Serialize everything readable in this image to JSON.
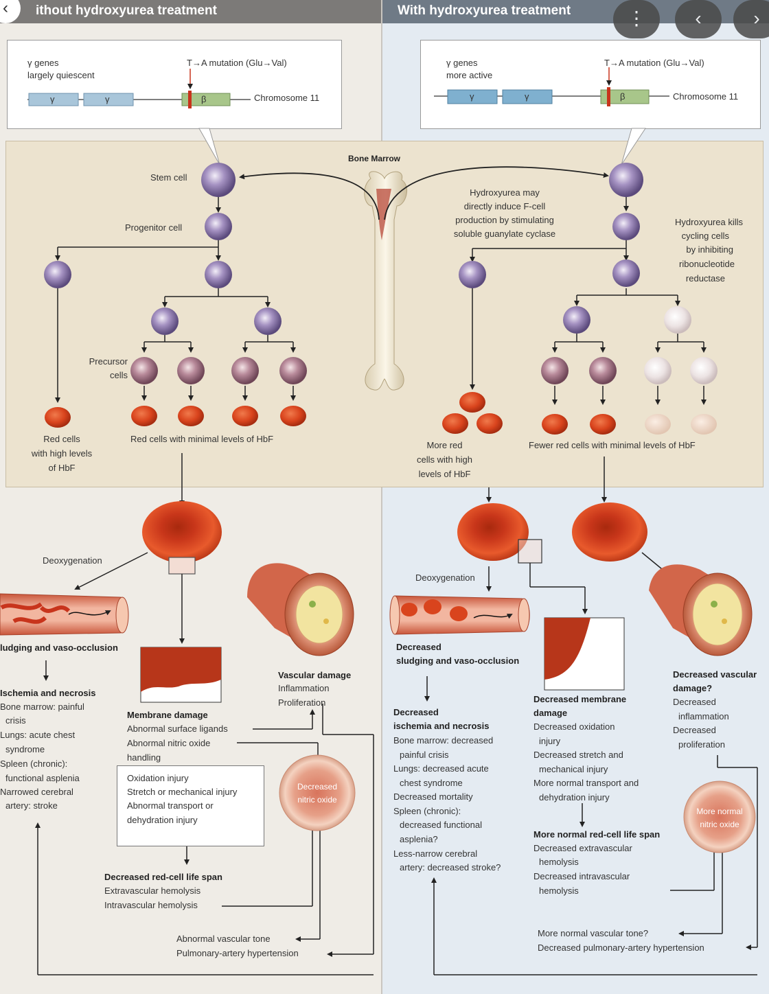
{
  "header": {
    "left_title": "ithout hydroxyurea treatment",
    "right_title": "With hydroxyurea treatment",
    "back_icon": "‹",
    "more_icon": "⋮",
    "prev_icon": "‹",
    "next_icon": "›"
  },
  "genes": {
    "left_gamma_note": [
      "γ genes",
      "largely quiescent"
    ],
    "right_gamma_note": [
      "γ genes",
      "more active"
    ],
    "mutation": "T→A mutation (Glu→Val)",
    "chromosome": "Chromosome 11",
    "gamma": "γ",
    "beta": "β"
  },
  "marrow": {
    "title": "Bone Marrow",
    "stem_cell": "Stem cell",
    "progenitor_cell": "Progenitor cell",
    "precursor_cells": [
      "Precursor",
      "cells"
    ],
    "left_high_hbf": [
      "Red cells",
      "with high levels",
      "of HbF"
    ],
    "left_minimal_hbf": "Red cells with minimal levels of HbF",
    "right_high_hbf": [
      "More red",
      "cells with high",
      "levels of HbF"
    ],
    "right_minimal_hbf": "Fewer red cells with minimal levels of HbF",
    "induce_note": [
      "Hydroxyurea may",
      "directly induce F-cell",
      "production by stimulating",
      "soluble guanylate cyclase"
    ],
    "kills_note": [
      "Hydroxyurea kills",
      "cycling cells",
      "by inhibiting",
      "ribonucleotide",
      "reductase"
    ]
  },
  "left": {
    "deoxygenation": "Deoxygenation",
    "sludging": "ludging and vaso-occlusion",
    "ischemia_title": "Ischemia and necrosis",
    "ischemia_lines": [
      "Bone marrow: painful",
      "  crisis",
      "Lungs: acute chest",
      "  syndrome",
      "Spleen (chronic):",
      "  functional asplenia",
      "Narrowed cerebral",
      "  artery: stroke"
    ],
    "membrane_title": "Membrane damage",
    "membrane_lines": [
      "Abnormal surface ligands",
      "Abnormal nitric oxide",
      "  handling"
    ],
    "vascular_title": "Vascular damage",
    "vascular_lines": [
      "Inflammation",
      "Proliferation"
    ],
    "injury_lines": [
      "Oxidation injury",
      "Stretch or mechanical injury",
      "Abnormal transport or",
      "  dehydration injury"
    ],
    "nitric": [
      "Decreased",
      "nitric oxide"
    ],
    "lifespan_title": "Decreased red-cell life span",
    "lifespan_lines": [
      "Extravascular hemolysis",
      "Intravascular hemolysis"
    ],
    "outcome_lines": [
      "Abnormal vascular tone",
      "Pulmonary-artery hypertension"
    ]
  },
  "right": {
    "deoxygenation": "Deoxygenation",
    "sludging": [
      "Decreased",
      "sludging and vaso-occlusion"
    ],
    "ischemia_title": [
      "Decreased",
      "ischemia and necrosis"
    ],
    "ischemia_lines": [
      "Bone marrow: decreased",
      "  painful crisis",
      "Lungs: decreased acute",
      "  chest syndrome",
      "Decreased mortality",
      "Spleen (chronic):",
      "  decreased functional",
      "  asplenia?",
      "Less-narrow cerebral",
      "  artery: decreased stroke?"
    ],
    "membrane_title": [
      "Decreased membrane",
      "damage"
    ],
    "membrane_lines": [
      "Decreased oxidation",
      "  injury",
      "Decreased stretch and",
      "  mechanical injury",
      "More normal transport and",
      "  dehydration injury"
    ],
    "vascular_title": [
      "Decreased vascular",
      "damage?"
    ],
    "vascular_lines": [
      "Decreased",
      "  inflammation",
      "Decreased",
      "  proliferation"
    ],
    "nitric": [
      "More normal",
      "nitric oxide"
    ],
    "lifespan_title": "More normal red-cell life span",
    "lifespan_lines": [
      "Decreased extravascular",
      "  hemolysis",
      "Decreased intravascular",
      "  hemolysis"
    ],
    "outcome_lines": [
      "More normal vascular tone?",
      "Decreased pulmonary-artery hypertension"
    ]
  },
  "colors": {
    "stem_cell": "#8d76a8",
    "precursor": "#a77a8c",
    "red_cell": "#d8401c",
    "faded_cell": "#e8ddd6",
    "left_bg": "#efece6",
    "right_bg": "#e4ebf2",
    "marrow_bg": "#ece3cf"
  }
}
